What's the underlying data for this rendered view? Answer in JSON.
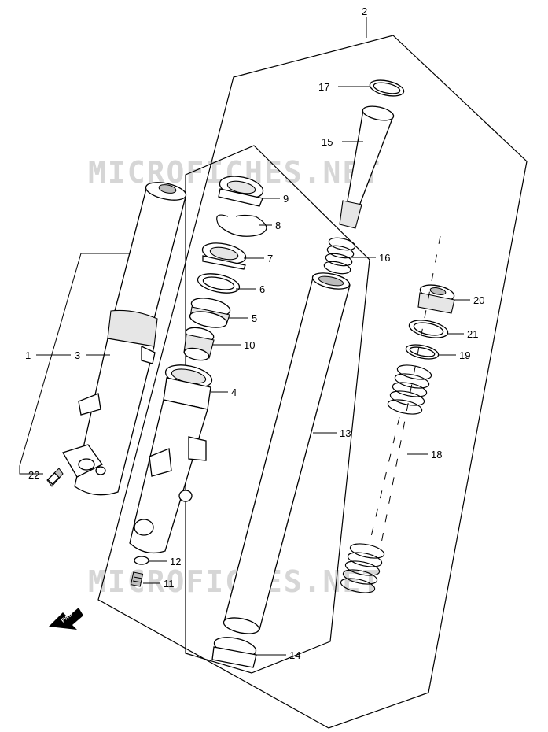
{
  "watermark": {
    "text_top": "MICROFICHES.NET",
    "text_bottom": "MICROFICHES.NET"
  },
  "fwd_marker": {
    "label": "FWD",
    "icon": "fwd-arrow-icon"
  },
  "callouts": {
    "c1": "1",
    "c2": "2",
    "c3": "3",
    "c4": "4",
    "c5": "5",
    "c6": "6",
    "c7": "7",
    "c8": "8",
    "c9": "9",
    "c10": "10",
    "c11": "11",
    "c12": "12",
    "c13": "13",
    "c14": "14",
    "c15": "15",
    "c16": "16",
    "c17": "17",
    "c18": "18",
    "c19": "19",
    "c20": "20",
    "c21": "21",
    "c22": "22"
  }
}
